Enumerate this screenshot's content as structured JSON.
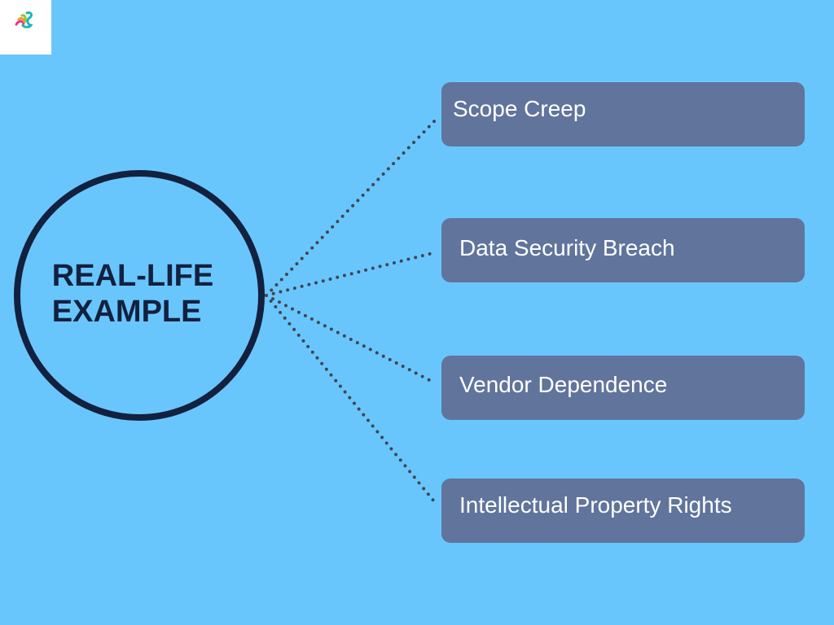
{
  "logo": {
    "icon": "swan-logo-icon"
  },
  "center": {
    "line1": "REAL-LIFE",
    "line2": "EXAMPLE",
    "stroke_color": "#12213f"
  },
  "items": [
    {
      "label": "Scope Creep"
    },
    {
      "label": "Data Security Breach"
    },
    {
      "label": "Vendor Dependence"
    },
    {
      "label": "Intellectual Property Rights"
    }
  ],
  "colors": {
    "background": "#69c6fd",
    "box": "#60749c",
    "connector": "#404552",
    "text": "#ffffff"
  }
}
